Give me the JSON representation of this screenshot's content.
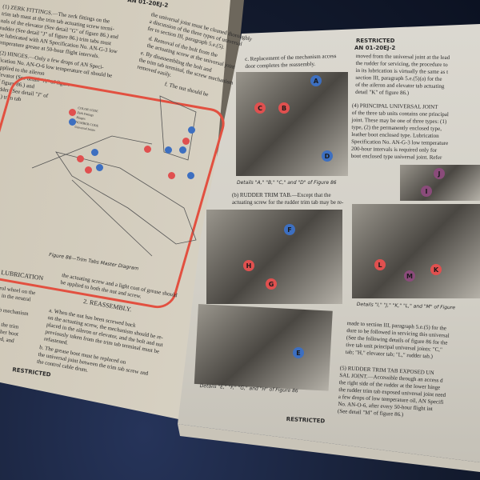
{
  "left_page": {
    "header": "AN 01-20EJ-2",
    "zerk": "(1) ZERK FITTINGS.—The zerk fittings on the\ntrim tab mast at the trim tab actuating screw termi-\nnals of the elevator (See detail \"G\" of figure 86.) and\nrudder (See detail \"J\" of figure 86.) trim tabs must\nbe lubricated with AN Specification No. AN-G-3 low\ntemperature grease at 50-hour flight intervals.",
    "hinges": "(2) HINGES.—Only a few drops of AN Speci-\nfication No. AN-O-6 low temperature oil should be\napplied to the aileron\nelevator (See detail \"A\" of figure\nof figure 86.) and\nrudder (See detail \"J\" of\n86.) trim tab",
    "col2_top": "the universal joint must be cleaned thoroughly\na discussion of the three types of universal\nfer to section III, paragraph 5.e.(5).",
    "d": "d. Removal of the bolt from the\nthe actuating screw at the universal joint",
    "e": "e. By disassembling the bolt and\nthe trim tab terminal, the screw mechanism\nremoved easily.",
    "f": "f. The nut should be",
    "legend": [
      "COLOR CODE",
      "Zerk Fittings",
      "Hinges",
      "NUMBER CODE",
      "Universal Joints"
    ],
    "figure_caption": "Figure 86—Trim Tabs Master Diagram",
    "lubrication": "LUBRICATION",
    "lub_text": "rol wheel on the\nt in the neutral\n\nab mechanism\n\nen the trim\neather boot\noved, and",
    "col2_bottom": "the actuating screw and a light coat of grease should\nbe applied to both the nut and screw.",
    "reassembly": "2. REASSEMBLY.",
    "reassembly_a": "a. When the nut has been screwed back\non the actuating screw, the mechanism should be re-\nplaced in the aileron or elevator, and the bolt and nut\npreviously taken from the trim tab terminal must be\nrefastened.",
    "reassembly_b": "b. The grease boot must be replaced on\nthe universal joint between the trim tab screw and\nthe control cable drum.",
    "footer": "RESTRICTED"
  },
  "right_page": {
    "header": "RESTRICTED",
    "doc_no": "AN 01-20EJ-2",
    "c": "c. Replacement of the mechanism access\ndoor completes the reassembly.",
    "caption_abcd": "Details \"A,\" \"B,\" \"C,\" and \"D\" of Figure 86",
    "rudder": "(b) RUDDER TRIM TAB.—Except that the\nactuating screw for the rudder trim tab may be re-",
    "caption_efgh": "Details \"E,\" \"F,\" \"G,\" and \"H\" of Figure 86",
    "col2_top": "moved from the universal joint at the lead\nthe rudder for servicing, the procedure to\nin its lubrication is virtually the same as t\nsection III, paragraph 5.e.(5)(a) for the\nof the aileron and elevator tab actuating\ndetail \"K\" of figure 86.)",
    "principal": "(4) PRINCIPAL UNIVERSAL JOINT\nof the three tab units contains one principal\njoint. These may be one of three types: (1)\ntype, (2) the permanently enclosed type,\nleather boot enclosed type. Lubrication\nSpecification No. AN-G-3 low temperature\n200-hour intervals is required only for\nboot enclosed type universal joint. Refer",
    "caption_ijklm": "Details \"I,\" \"J,\" \"K,\" \"L,\" and \"M\" of Figure",
    "col2_bottom": "made to section III, paragraph 5.e.(5) for the\ndure to be followed in servicing this universal\n(See the following details of figure 86 for the\ntive tab unit principal universal joints: \"C,\"\ntab; \"H,\" elevator tab; \"L,\" rudder tab.)",
    "exposed": "(5) RUDDER TRIM TAB EXPOSED UN\nSAL JOINT.—Accessible through an access d\nthe right side of the rudder at the lower hinge\nthe rudder trim tab exposed universal joint need\na few drops of low temperature oil, AN Specifi\nNo. AN-O-6, after every 50-hour flight int\n(See detail \"M\" of figure 86.)",
    "footer": "RESTRICTED"
  },
  "markers": {
    "blue": [
      "A",
      "D",
      "F",
      "E"
    ],
    "red": [
      "C",
      "B",
      "H",
      "G",
      "L",
      "K"
    ],
    "purple": [
      "J",
      "I",
      "M"
    ]
  },
  "colors": {
    "blue": "#3d6fc0",
    "red": "#e0504f",
    "purple": "#8a4b7a",
    "frame": "#e25040"
  }
}
